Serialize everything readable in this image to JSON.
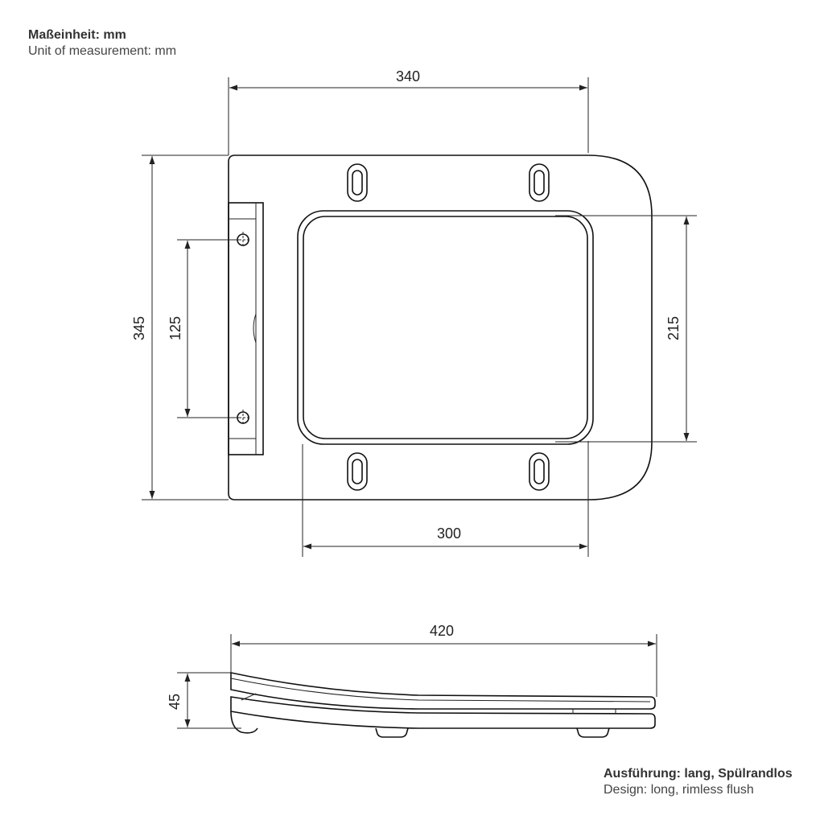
{
  "notes": {
    "units_de": "Maßeinheit: mm",
    "units_en": "Unit of measurement: mm",
    "design_de": "Ausführung: lang, Spülrandlos",
    "design_en": "Design: long, rimless flush"
  },
  "dimensions": {
    "top_width": "340",
    "total_depth": "345",
    "hinge_spacing": "125",
    "inner_height": "215",
    "bottom_width": "300",
    "total_length": "420",
    "height": "45"
  },
  "colors": {
    "line": "#111111",
    "text": "#333333",
    "background": "#ffffff"
  }
}
